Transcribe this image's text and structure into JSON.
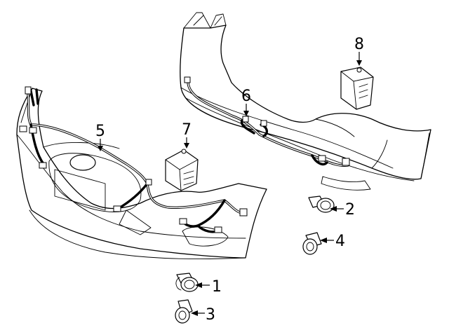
{
  "callouts": [
    {
      "id": "1",
      "label": "1",
      "part": "sensor-1"
    },
    {
      "id": "2",
      "label": "2",
      "part": "sensor-2"
    },
    {
      "id": "3",
      "label": "3",
      "part": "sensor-3"
    },
    {
      "id": "4",
      "label": "4",
      "part": "sensor-4"
    },
    {
      "id": "5",
      "label": "5",
      "part": "front-harness"
    },
    {
      "id": "6",
      "label": "6",
      "part": "rear-harness"
    },
    {
      "id": "7",
      "label": "7",
      "part": "front-module"
    },
    {
      "id": "8",
      "label": "8",
      "part": "rear-module"
    }
  ]
}
